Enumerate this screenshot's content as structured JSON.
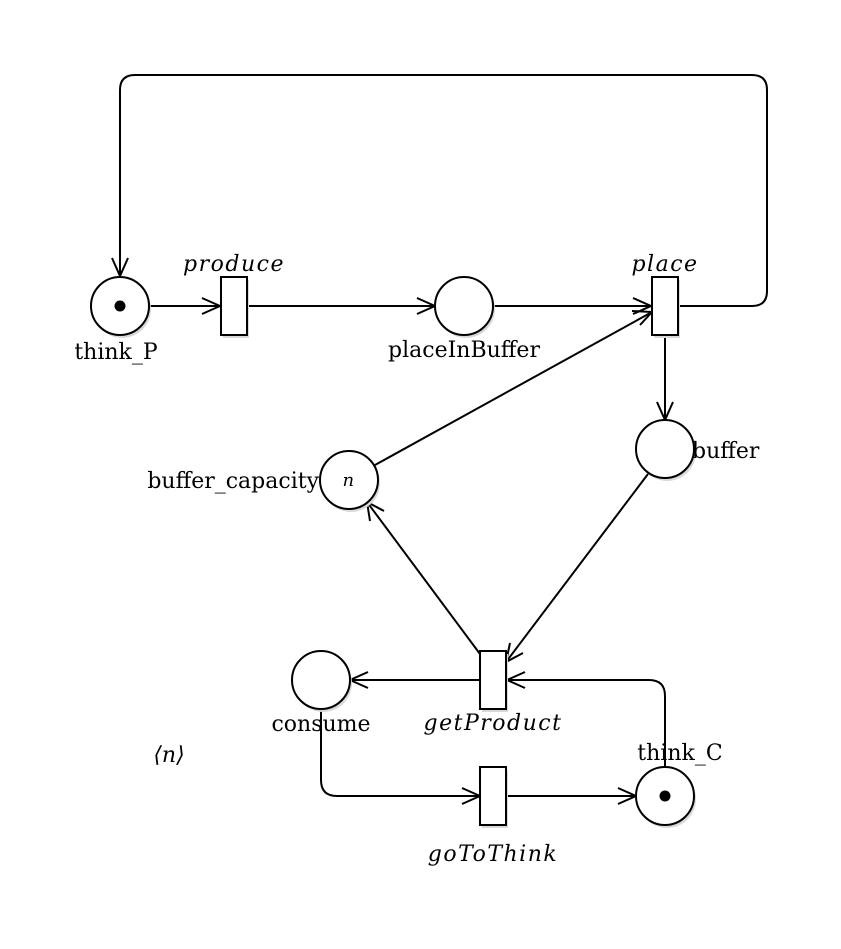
{
  "places": {
    "think_p": {
      "label": "think_P",
      "tokens": 1
    },
    "place_in_buffer": {
      "label": "placeInBuffer",
      "tokens": 0
    },
    "buffer": {
      "label": "buffer",
      "tokens": 0
    },
    "buffer_capacity": {
      "label": "buffer_capacity",
      "marking": "n"
    },
    "consume": {
      "label": "consume",
      "tokens": 0
    },
    "think_c": {
      "label": "think_C",
      "tokens": 1
    }
  },
  "transitions": {
    "produce": {
      "label": "produce"
    },
    "place": {
      "label": "place"
    },
    "get_product": {
      "label": "getProduct"
    },
    "go_to_think": {
      "label": "goToThink"
    }
  },
  "arcs": [
    {
      "from": "think_P",
      "to": "produce"
    },
    {
      "from": "produce",
      "to": "placeInBuffer"
    },
    {
      "from": "placeInBuffer",
      "to": "place"
    },
    {
      "from": "place",
      "to": "think_P"
    },
    {
      "from": "place",
      "to": "buffer"
    },
    {
      "from": "buffer_capacity",
      "to": "place"
    },
    {
      "from": "buffer",
      "to": "getProduct"
    },
    {
      "from": "getProduct",
      "to": "buffer_capacity"
    },
    {
      "from": "getProduct",
      "to": "consume"
    },
    {
      "from": "think_C",
      "to": "getProduct"
    },
    {
      "from": "consume",
      "to": "goToThink"
    },
    {
      "from": "goToThink",
      "to": "think_C"
    }
  ],
  "parameter_label": "⟨n⟩"
}
